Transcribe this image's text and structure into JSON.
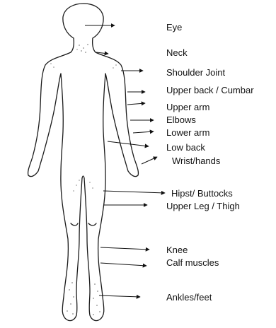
{
  "labels": {
    "eye": "Eye",
    "neck": "Neck",
    "shoulder_joint": "Shoulder Joint",
    "upper_back": "Upper back / Cumbar",
    "upper_arm": "Upper arm",
    "elbows": "Elbows",
    "lower_arm": "Lower arm",
    "low_back": "Low back",
    "wrist_hands": "Wrist/hands",
    "hips_buttocks": "Hipst/ Buttocks",
    "upper_leg": "Upper Leg / Thigh",
    "knee": "Knee",
    "calf": "Calf muscles",
    "ankles_feet": "Ankles/feet"
  },
  "colors": {
    "ink": "#111111",
    "outline": "#1a1a1a",
    "speckle": "#8a8a8a"
  }
}
